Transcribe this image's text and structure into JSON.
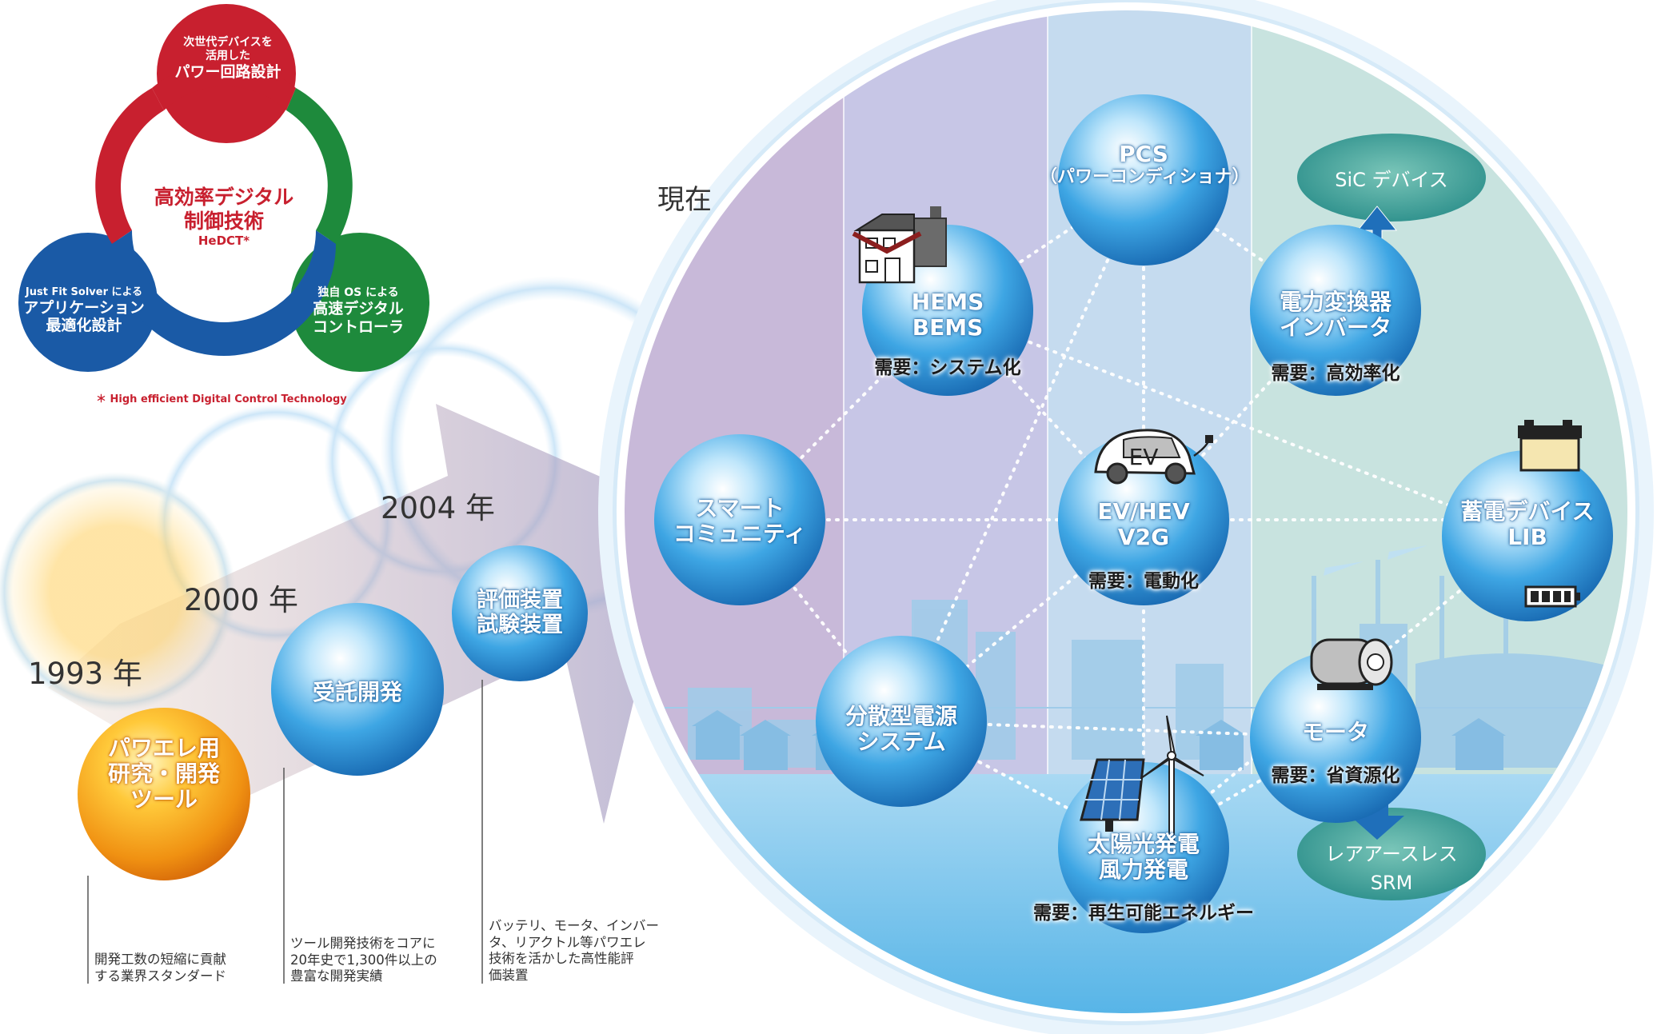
{
  "timeline": {
    "current_label": "現在",
    "years": [
      {
        "label": "1993 年",
        "node": [
          "パワエレ用",
          "研究・開発",
          "ツール"
        ],
        "note": [
          "開発工数の短縮に貢献",
          "する業界スタンダード"
        ]
      },
      {
        "label": "2000 年",
        "node": [
          "受託開発"
        ],
        "note": [
          "ツール開発技術をコアに",
          "20年史で1,300件以上の",
          "豊富な開発実績"
        ]
      },
      {
        "label": "2004 年",
        "node": [
          "評価装置",
          "試験装置"
        ],
        "note": [
          "バッテリ、モータ、インバー",
          "タ、リアクトル等パワエレ",
          "技術を活かした高性能評",
          "価装置"
        ]
      }
    ]
  },
  "hedct": {
    "center_lines": [
      "高効率デジタル",
      "制御技術"
    ],
    "center_abbr": "HeDCT*",
    "top_lines": [
      "次世代デバイスを",
      "活用した",
      "パワー回路設計"
    ],
    "left_lines": [
      "Just Fit Solver による",
      "アプリケーション",
      "最適化設計"
    ],
    "right_lines": [
      "独自 OS による",
      "高速デジタル",
      "コントローラ"
    ],
    "footnote": "＊ High efficient Digital Control Technology",
    "colors": {
      "red": "#c8202f",
      "blue": "#1a5aa6",
      "green": "#1e8a3c"
    }
  },
  "network": {
    "nodes": {
      "smart": [
        "スマート",
        "コミュニティ"
      ],
      "hems": [
        "HEMS",
        "BEMS"
      ],
      "pcs": [
        "PCS",
        "（パワーコンディショナ）"
      ],
      "inverter": [
        "電力変換器",
        "インバータ"
      ],
      "ev": [
        "EV/HEV",
        "V2G"
      ],
      "storage": [
        "蓄電デバイス",
        "LIB"
      ],
      "distributed": [
        "分散型電源",
        "システム"
      ],
      "solar": [
        "太陽光発電",
        "風力発電"
      ],
      "motor": [
        "モータ"
      ]
    },
    "demands": {
      "hems": "需要：システム化",
      "inverter": "需要：高効率化",
      "ev": "需要：電動化",
      "solar": "需要：再生可能エネルギー",
      "motor": "需要：省資源化"
    },
    "sic_label": "SiC デバイス",
    "rare_lines": [
      "レアアースレス",
      "SRM"
    ],
    "ev_icon_text": "EV"
  }
}
